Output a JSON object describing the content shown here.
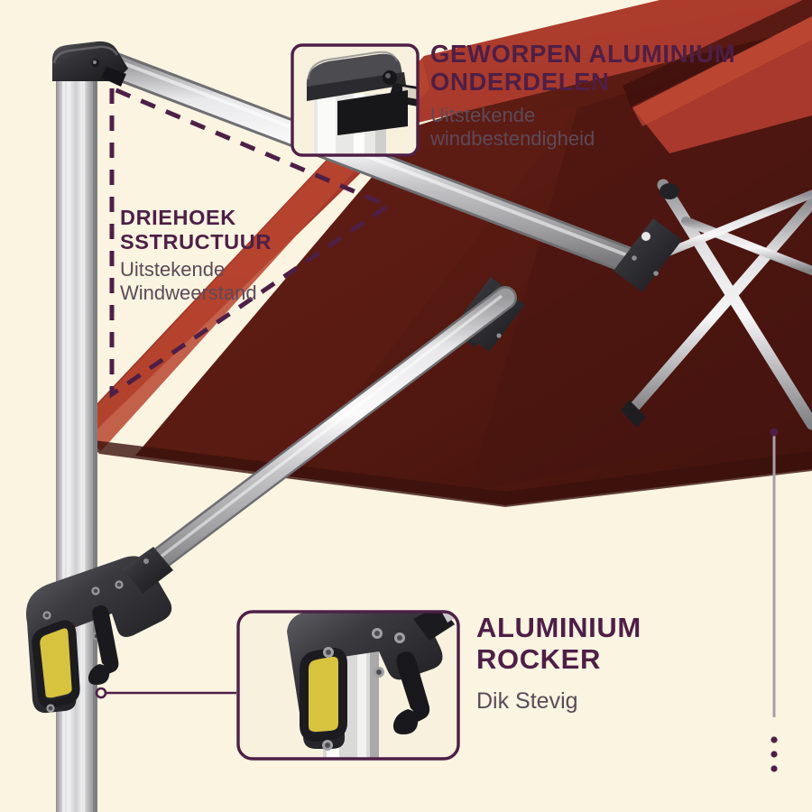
{
  "page": {
    "background_color": "#faf4e1",
    "accent_color": "#4e1f46",
    "subtext_color": "#5d4a57",
    "canopy_top_color": "#a8392c",
    "canopy_under_color": "#5c1c12",
    "pole_color": "#c9c9c9",
    "hardware_color": "#2f2f32",
    "lever_accent_color": "#d8c33f"
  },
  "callouts": {
    "top": {
      "title_line1": "GEWORPEN ALUMINIUM",
      "title_line2": "ONDERDELEN",
      "subtitle_line1": "Uitstekende",
      "subtitle_line2": "windbestendigheid",
      "photo_caption": "cast-aluminium-cap-photo"
    },
    "triangle": {
      "title_line1": "DRIEHOEK",
      "title_line2": "SSTRUCTUUR",
      "subtitle_line1": "Uitstekende",
      "subtitle_line2": "Windweerstand"
    },
    "rocker": {
      "title_line1": "ALUMINIUM",
      "title_line2": "ROCKER",
      "subtitle_line1": "Dik Stevig",
      "photo_caption": "aluminium-rocker-photo"
    }
  },
  "product": {
    "name": "cantilever-patio-umbrella",
    "canopy_color_name": "terracotta-red"
  }
}
